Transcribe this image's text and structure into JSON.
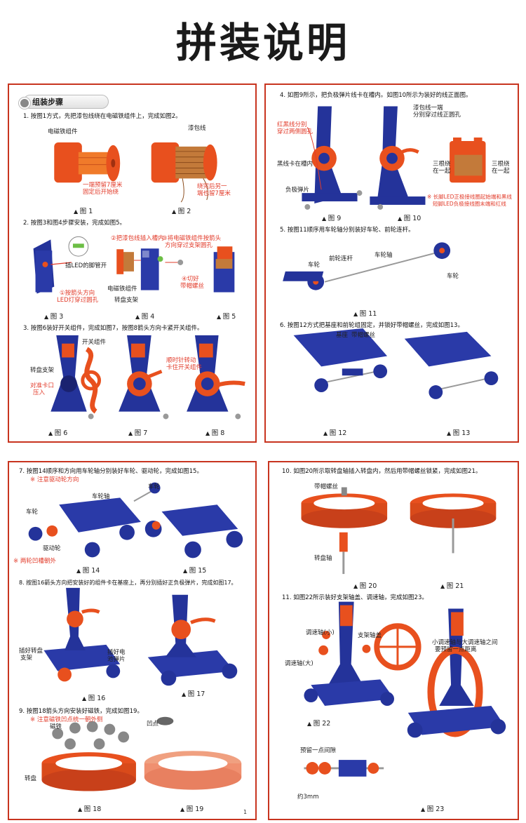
{
  "title": "拼装说明",
  "panel1": {
    "section_label": "组装步骤",
    "step1": "1. 按图1方式，先把漆包线绕在电磁铁组件上，完成如图2。",
    "fig1": "图 1",
    "fig2": "图 2",
    "lbl_emag": "电磁铁组件",
    "lbl_wire": "漆包线",
    "lbl_reserve1a": "一端预留7厘米",
    "lbl_reserve1b": "固定后开始绕",
    "lbl_reserve2a": "绕完后另一",
    "lbl_reserve2b": "端也留7厘米",
    "step2": "2. 按图3和图4步骤安装，完成如图5。",
    "lbl_led_pin": "插LED的脚管开",
    "lbl_s2_2": "②把漆包线插入槽内",
    "lbl_s2_3a": "③将电磁铁组件按箭头",
    "lbl_s2_3b": "方向穿过支架圆孔",
    "lbl_s2_1a": "①按箭头方向",
    "lbl_s2_1b": "LED灯穿过圆孔",
    "lbl_emag2": "电磁铁组件",
    "lbl_s2_4a": "④切好",
    "lbl_s2_4b": "带帽螺丝",
    "lbl_turntable": "转盘支架",
    "fig3": "图 3",
    "fig4": "图 4",
    "fig5": "图 5",
    "step3": "3. 按图6装好开关组件，完成如图7，按图8箭头方向卡紧开关组件。",
    "lbl_switch": "开关组件",
    "lbl_bracket": "转盘支架",
    "lbl_align_a": "对准卡口",
    "lbl_align_b": "压入",
    "lbl_rotate_a": "顺时针转动",
    "lbl_rotate_b": "卡住开关组件",
    "fig6": "图 6",
    "fig7": "图 7",
    "fig8": "图 8"
  },
  "panel2": {
    "step4": "4. 如图9所示，把负极弹片线卡在槽内。如图10所示为装好的线正面图。",
    "lbl_red_a": "红黑线分别",
    "lbl_red_b": "穿过两侧圆孔",
    "lbl_black": "黑线卡在槽内",
    "lbl_neg": "负极弹片",
    "lbl_wire_a": "漆包线一端",
    "lbl_wire_b": "分别穿过线正圆孔",
    "lbl_three_a": "三根绕",
    "lbl_three_b": "在一起",
    "lbl_three_c": "三根绕",
    "lbl_three_d": "在一起",
    "note_a": "※ 长脚LED正极接线圈起始端和黑线",
    "note_b": "短脚LED负极接线圈末端和红线",
    "fig9": "图 9",
    "fig10": "图 10",
    "step5": "5. 按图11顺序用车轮轴分别装好车轮、前轮连杆。",
    "lbl_front_rod": "前轮连杆",
    "lbl_axle": "车轮轴",
    "lbl_wheel_l": "车轮",
    "lbl_wheel_r": "车轮",
    "fig11": "图 11",
    "step6": "6. 按图12方式把基座和前轮组固定，并锁好带帽螺丝，完成如图13。",
    "lbl_base": "基座",
    "lbl_screw": "带帽螺丝",
    "fig12": "图 12",
    "fig13": "图 13"
  },
  "panel3": {
    "step7": "7. 按图14顺序和方向用车轮轴分别装好车轮、驱动轮，完成如图15。",
    "note7": "※ 注意驱动轮方向",
    "lbl_wheel_a": "车轮",
    "lbl_axle": "车轮轴",
    "lbl_wheel_b": "车轮",
    "lbl_drive": "驱动轮",
    "note7b": "※ 两轮凹槽朝外",
    "fig14": "图 14",
    "fig15": "图 15",
    "step8": "8. 按图16箭头方向把安装好的组件卡在基座上，再分别插好正负极弹片，完成如图17。",
    "lbl_insert_a": "插好转盘",
    "lbl_insert_b": "支架",
    "lbl_insert_c": "插好电",
    "lbl_insert_d": "池弹片",
    "fig16": "图 16",
    "fig17": "图 17",
    "step9": "9. 按图18箭头方向安装好磁铁，完成如图19。",
    "note9": "※ 注意磁铁凹点统一朝外侧",
    "lbl_magnet": "磁铁",
    "lbl_dot": "凹点",
    "lbl_disc": "转盘",
    "fig18": "图 18",
    "fig19": "图 19",
    "page_no": "1"
  },
  "panel4": {
    "step10": "10. 如图20所示取转盘轴插入转盘内，然后用带帽螺丝锁紧，完成如图21。",
    "lbl_screw": "带帽螺丝",
    "lbl_shaft": "转盘轴",
    "fig20": "图 20",
    "fig21": "图 21",
    "step11": "11. 如图22所示装好支架轴盖、调速轴，完成如图23。",
    "lbl_speed_small": "调速轴(小)",
    "lbl_cap": "支架轴盖",
    "lbl_speed_big": "调速轴(大)",
    "lbl_gap_a": "小调速轴与大调速轴之间",
    "lbl_gap_b": "要预留一点距离",
    "lbl_leave": "预留一点间隙",
    "lbl_3mm": "约3mm",
    "fig22": "图 22",
    "fig23": "图 23"
  },
  "colors": {
    "border": "#c8341f",
    "orange": "#e8501e",
    "blue": "#1f2d9a",
    "red_text": "#e23b2a"
  }
}
